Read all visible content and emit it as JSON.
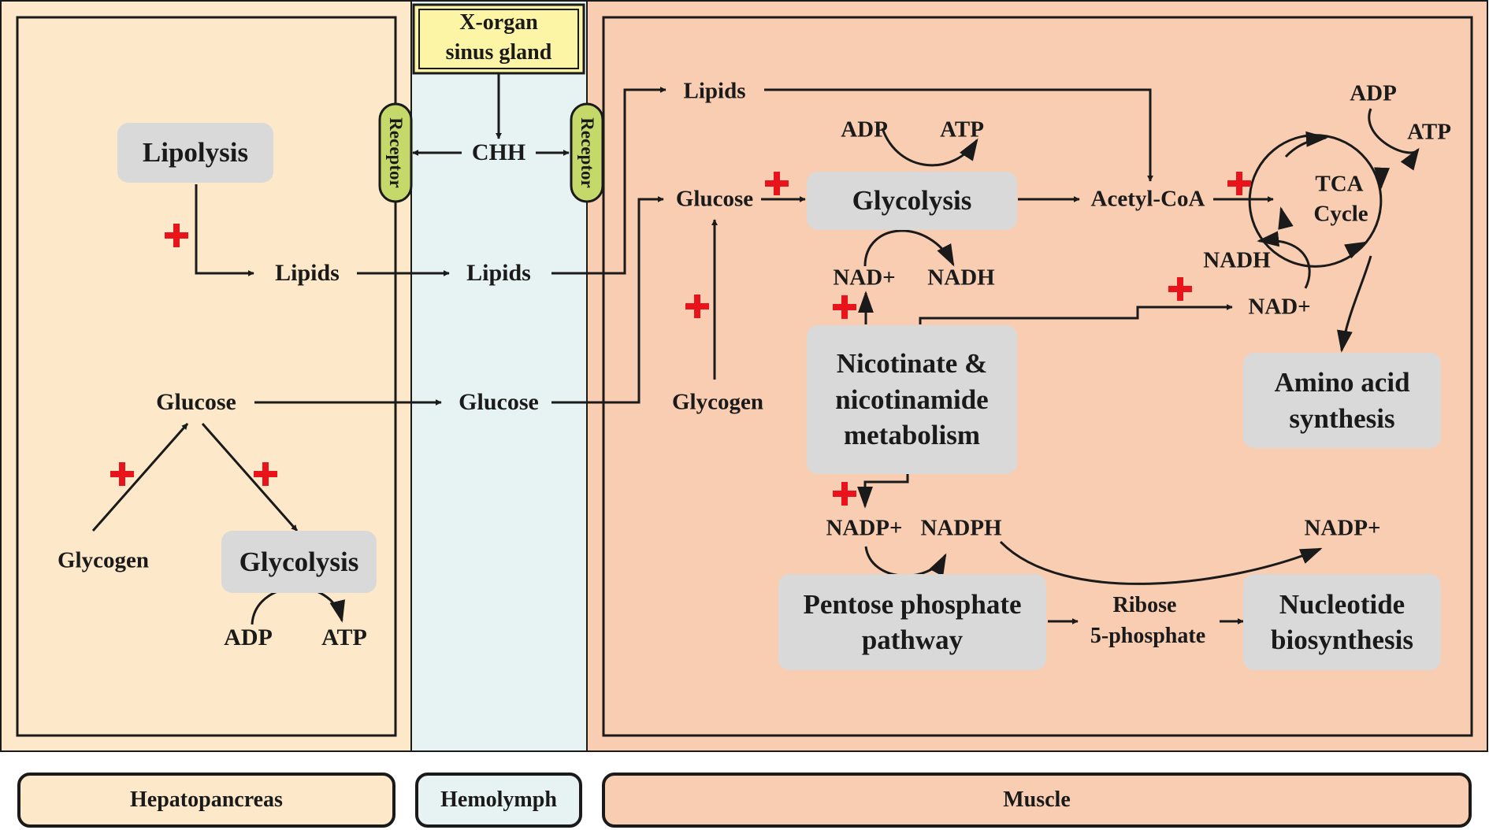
{
  "compartments": {
    "hepatopancreas": "Hepatopancreas",
    "hemolymph": "Hemolymph",
    "muscle": "Muscle"
  },
  "colors": {
    "hepatopancreas": "#fde9c9",
    "hemolymph": "#e7f3f2",
    "muscle": "#f8cdb2",
    "gland": "#fdf5a6",
    "receptor": "#c5d96b",
    "process_box": "#d9d9d9",
    "stimulation": "#e8131b",
    "line": "#1a1a1a"
  },
  "gland": {
    "line1": "X-organ",
    "line2": "sinus gland"
  },
  "receptor_label": "Receptor",
  "hormone": "CHH",
  "hepato": {
    "lipolysis": "Lipolysis",
    "lipids": "Lipids",
    "glucose": "Glucose",
    "glycogen": "Glycogen",
    "glycolysis": "Glycolysis",
    "adp": "ADP",
    "atp": "ATP"
  },
  "hemo": {
    "lipids": "Lipids",
    "glucose": "Glucose"
  },
  "muscle": {
    "lipids": "Lipids",
    "glucose": "Glucose",
    "glycogen": "Glycogen",
    "glycolysis": "Glycolysis",
    "glyco_adp": "ADP",
    "glyco_atp": "ATP",
    "nad_plus": "NAD+",
    "nadh": "NADH",
    "acetyl_coa": "Acetyl-CoA",
    "tca_line1": "TCA",
    "tca_line2": "Cycle",
    "tca_adp": "ADP",
    "tca_atp": "ATP",
    "tca_nadh": "NADH",
    "tca_nad_plus": "NAD+",
    "nicotinate_line1": "Nicotinate &",
    "nicotinate_line2": "nicotinamide",
    "nicotinate_line3": "metabolism",
    "amino_line1": "Amino acid",
    "amino_line2": "synthesis",
    "nadp_plus": "NADP+",
    "nadph": "NADPH",
    "nadp_plus_right": "NADP+",
    "ppp_line1": "Pentose phosphate",
    "ppp_line2": "pathway",
    "ribose_line1": "Ribose",
    "ribose_line2": "5-phosphate",
    "nucleotide_line1": "Nucleotide",
    "nucleotide_line2": "biosynthesis"
  }
}
